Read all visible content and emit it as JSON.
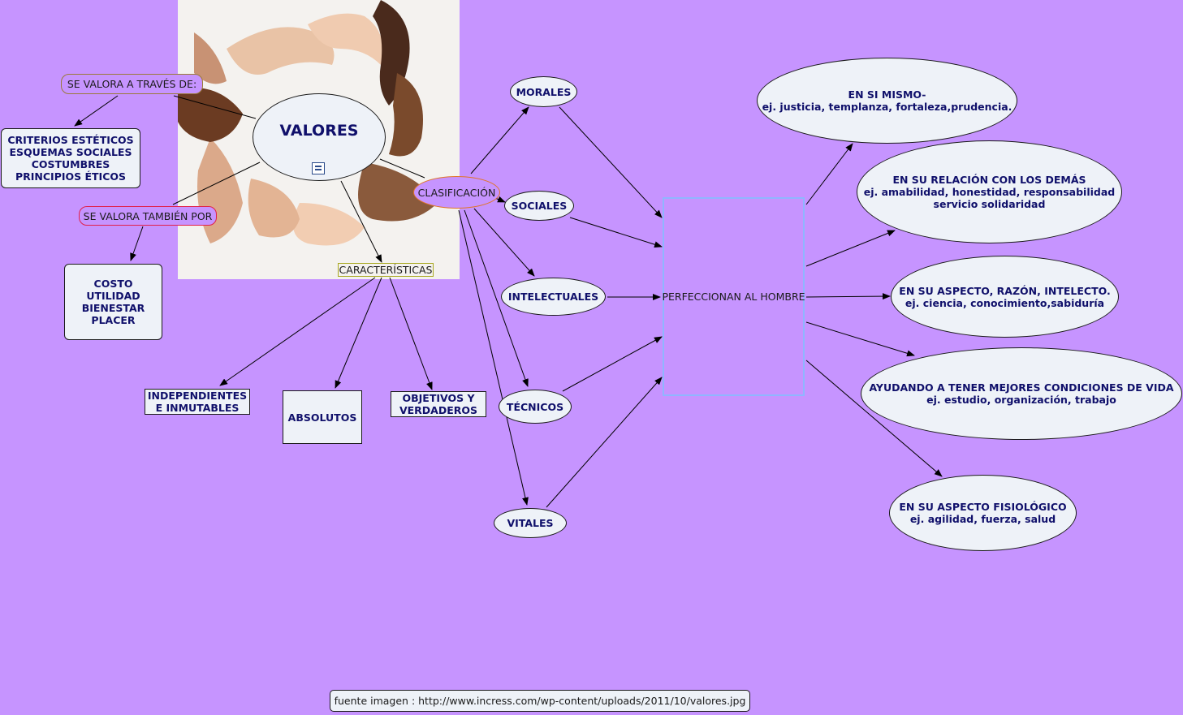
{
  "center": {
    "title": "VALORES",
    "icon": "note-icon"
  },
  "labels": {
    "valora_traves": "SE VALORA A TRAVÉS DE:",
    "valora_tambien": "SE VALORA TAMBIÉN POR",
    "clasificacion": "CLASIFICACIÓN",
    "caracteristicas": "CARACTERÍSTICAS"
  },
  "criterios": [
    "CRITERIOS ESTÉTICOS",
    "ESQUEMAS SOCIALES",
    "COSTUMBRES",
    "PRINCIPIOS ÉTICOS"
  ],
  "costo": [
    "COSTO",
    "UTILIDAD",
    "BIENESTAR",
    "PLACER"
  ],
  "caracteristicas_items": {
    "independientes": [
      "INDEPENDIENTES",
      "E INMUTABLES"
    ],
    "absolutos": "ABSOLUTOS",
    "objetivos": [
      "OBJETIVOS Y",
      "VERDADEROS"
    ]
  },
  "clasificacion_items": {
    "morales": "MORALES",
    "sociales": "SOCIALES",
    "intelectuales": "INTELECTUALES",
    "tecnicos": "TÉCNICOS",
    "vitales": "VITALES"
  },
  "perfeccionan": "PERFECCIONAN AL HOMBRE",
  "results": {
    "r1": [
      "EN SI MISMO-",
      "ej. justicia, templanza, fortaleza,prudencia."
    ],
    "r2": [
      "EN  SU RELACIÓN CON LOS DEMÁS",
      "ej. amabilidad, honestidad, responsabilidad",
      "servicio solidaridad"
    ],
    "r3": [
      "EN SU ASPECTO, RAZÓN, INTELECTO.",
      "ej. ciencia, conocimiento,sabiduría"
    ],
    "r4": [
      "AYUDANDO A TENER MEJORES CONDICIONES DE VIDA",
      "ej. estudio, organización, trabajo"
    ],
    "r5": [
      "EN SU ASPECTO FISIOLÓGICO",
      "ej. agilidad, fuerza, salud"
    ]
  },
  "source": "fuente imagen : http://www.incress.com/wp-content/uploads/2011/10/valores.jpg",
  "colors": {
    "background": "#c694ff",
    "node_fill": "#eef2f8",
    "node_text": "#10106b",
    "perfeccionan_border": "#8fb6ff",
    "clasificacion_border": "#e0742a",
    "valora_tambien_border": "#e0204a",
    "caracteristicas_border": "#a8a820"
  }
}
